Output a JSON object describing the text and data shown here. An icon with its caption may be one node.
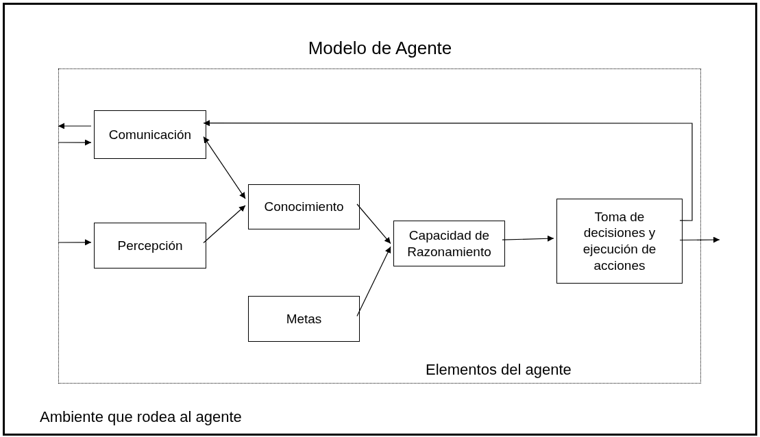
{
  "diagram": {
    "title": "Modelo de Agente",
    "nodes": [
      {
        "text": [
          "Ambiente que rodea al agente"
        ]
      },
      {
        "text": [
          "Elementos del agente"
        ],
        "in": 0
      },
      {
        "text": [
          "Comunicación"
        ],
        "in": 1
      },
      {
        "text": [
          "Percepción"
        ],
        "in": 1
      },
      {
        "text": [
          "Conocimiento"
        ],
        "in": 1
      },
      {
        "text": [
          "Metas"
        ],
        "in": 1
      },
      {
        "text": [
          "Capacidad de Razonamiento"
        ],
        "in": 1
      },
      {
        "text": [
          "Toma de decisiones y ejecución de acciones"
        ],
        "in": 1
      }
    ],
    "edges": [
      {
        "from": 2,
        "to": null,
        "arrow": "to"
      },
      {
        "from": null,
        "to": 2,
        "arrow": "to"
      },
      {
        "from": null,
        "to": 3,
        "arrow": "to"
      },
      {
        "from": 2,
        "to": 4,
        "arrow": "both"
      },
      {
        "from": 3,
        "to": 4,
        "arrow": "to"
      },
      {
        "from": 4,
        "to": 6,
        "arrow": "to"
      },
      {
        "from": 5,
        "to": 6,
        "arrow": "to"
      },
      {
        "from": 6,
        "to": 7,
        "arrow": "to"
      },
      {
        "from": 7,
        "to": 2,
        "arrow": "to"
      },
      {
        "from": 7,
        "to": null,
        "arrow": "to"
      }
    ]
  }
}
